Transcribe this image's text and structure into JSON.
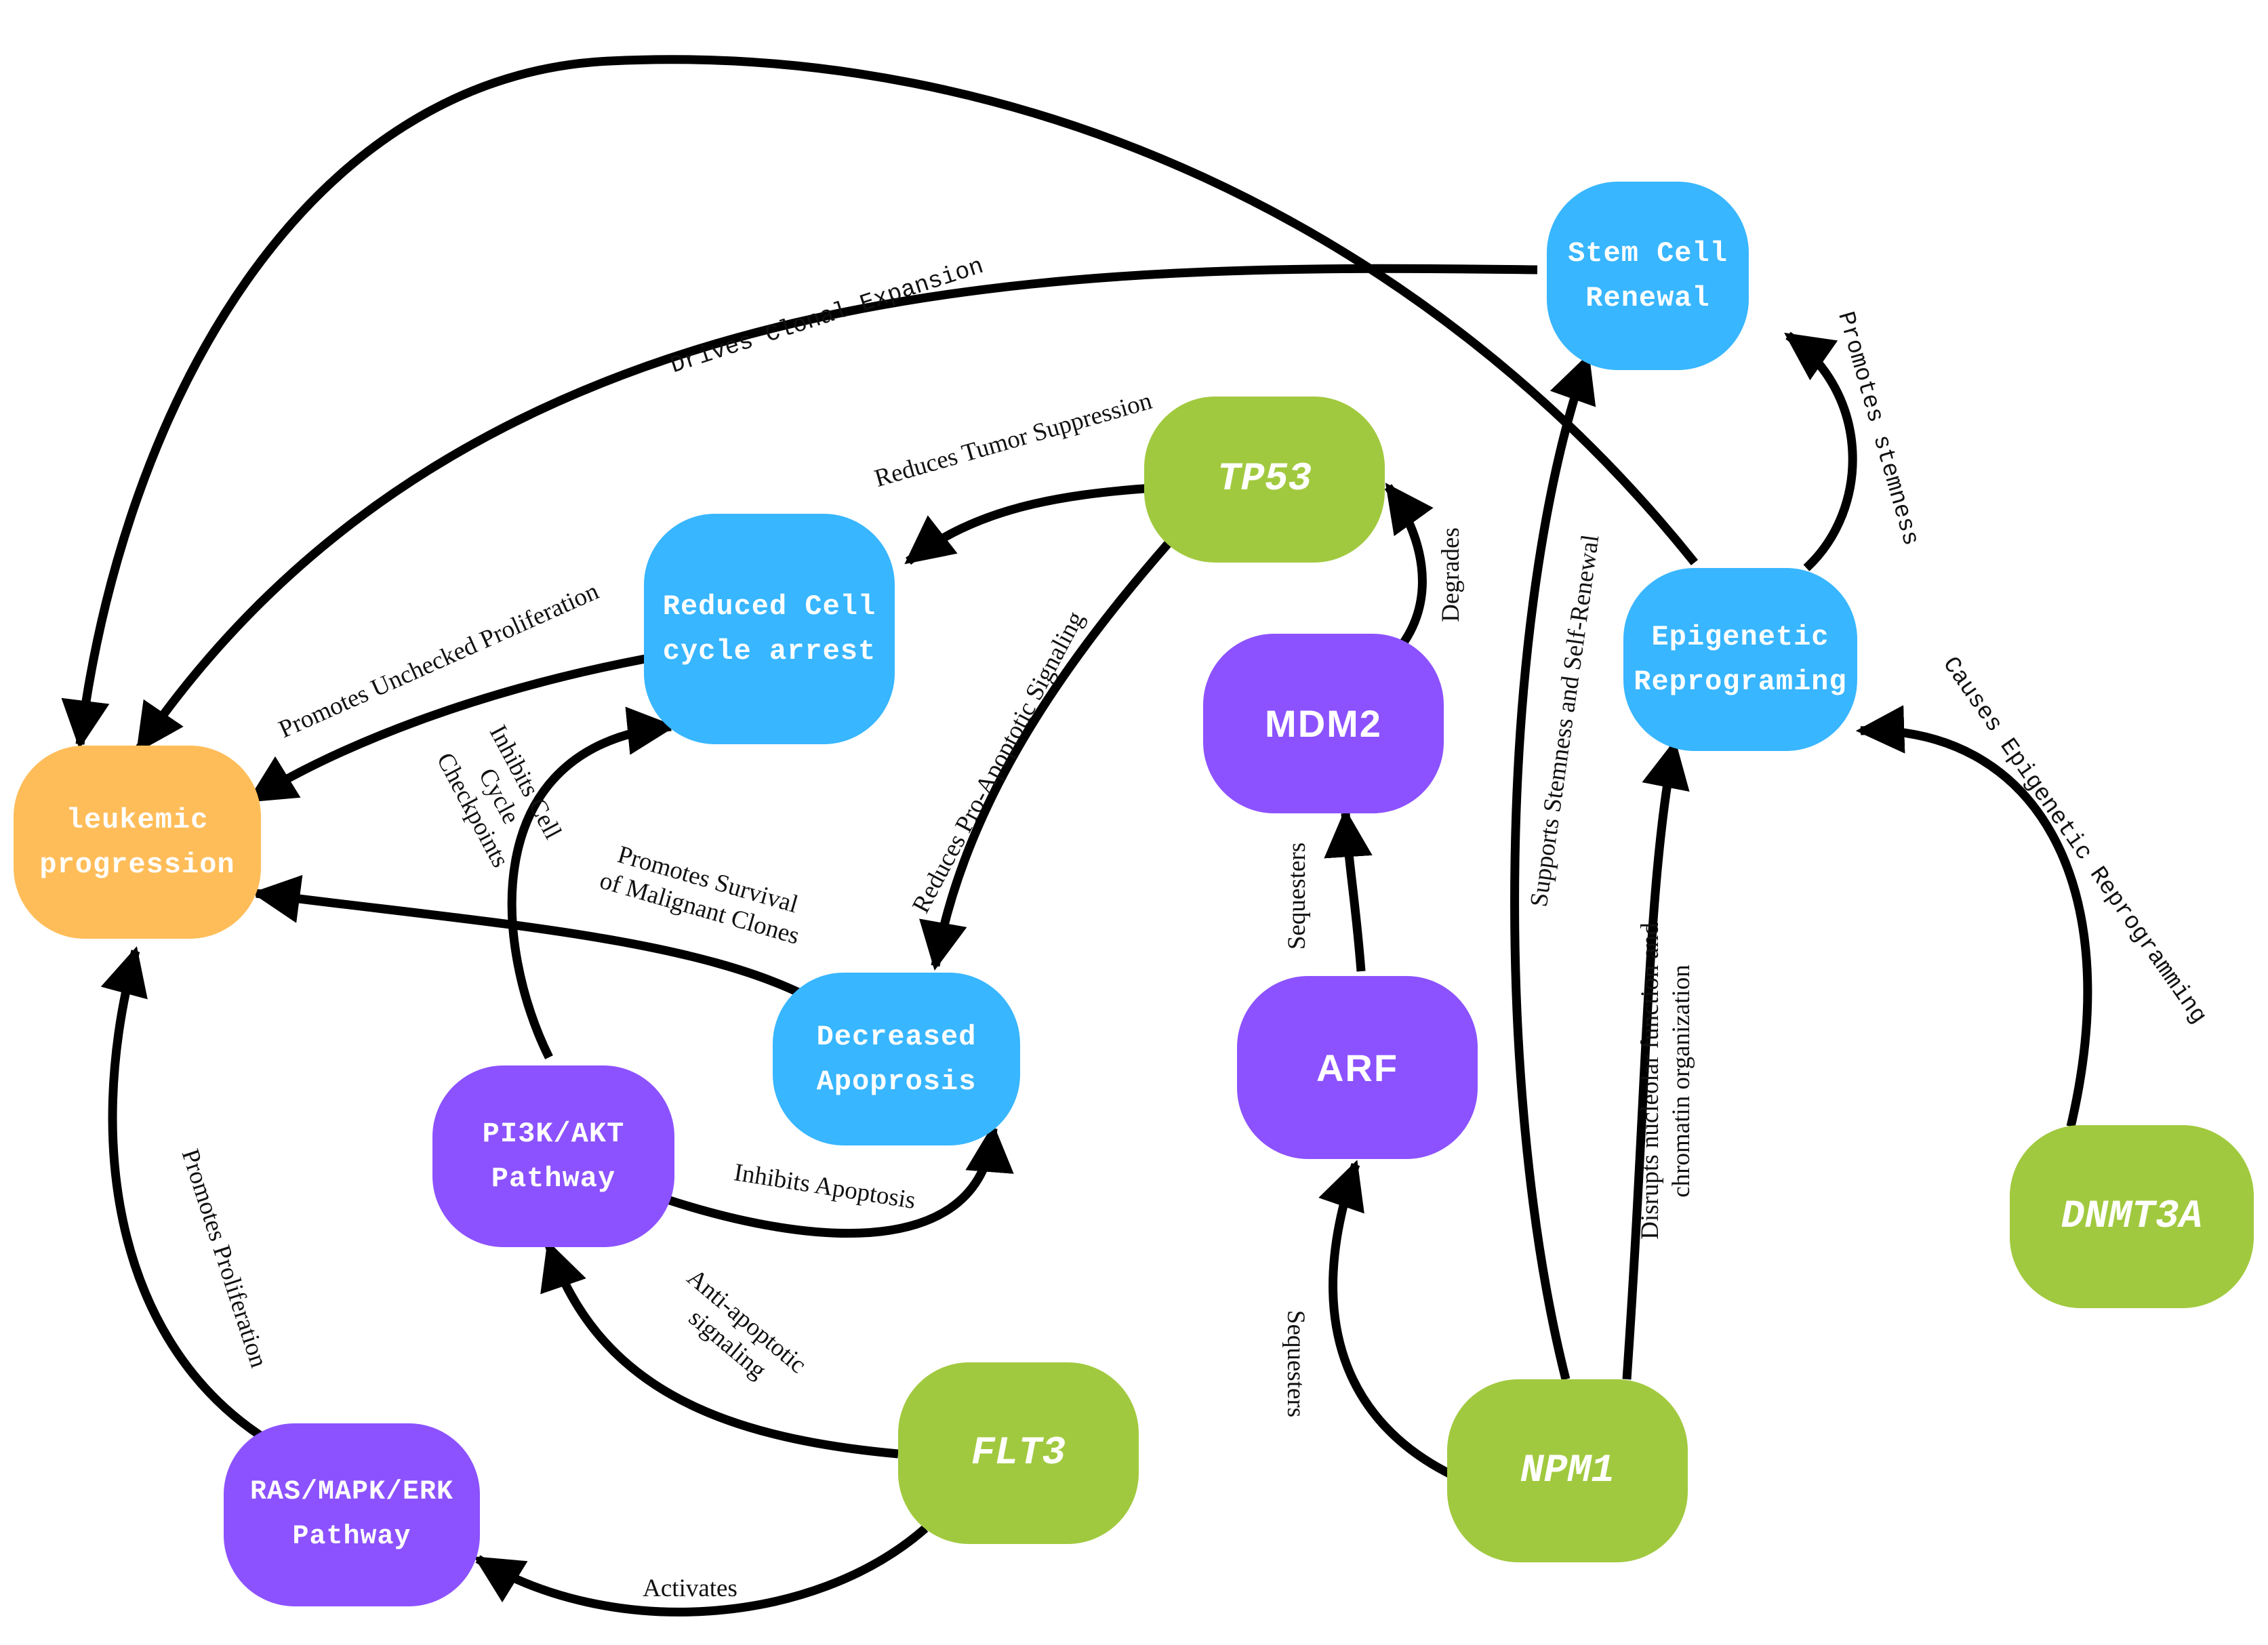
{
  "colors": {
    "orange": "#ffbd59",
    "blue": "#38b6ff",
    "purple": "#8c52ff",
    "green": "#a1c93f",
    "edge": "#000000"
  },
  "nodes": {
    "leukemic": "leukemic\nprogression",
    "stem_cell": "Stem Cell\nRenewal",
    "epigenetic": "Epigenetic\nReprograming",
    "reduced_cell_cycle": "Reduced Cell\ncycle arrest",
    "decreased_apoptosis": "Decreased\nApoprosis",
    "tp53": "TP53",
    "mdm2": "MDM2",
    "arf": "ARF",
    "pi3k": "PI3K/AKT\nPathway",
    "ras": "RAS/MAPK/ERK\nPathway",
    "flt3": "FLT3",
    "npm1": "NPM1",
    "dnmt3a": "DNMT3A"
  },
  "edges": {
    "drives_clonal_expansion": "Drives Clonal Expansion",
    "reduces_tumor_suppression": "Reduces Tumor Suppression",
    "promotes_unchecked_proliferation": "Promotes Unchecked Proliferation",
    "inhibits_checkpoints": [
      "Inhibits Cell",
      "Cycle",
      "Checkpoints"
    ],
    "promotes_survival": [
      "Promotes Survival",
      "of Malignant Clones"
    ],
    "reduces_pro_apoptotic": "Reduces Pro-Apoptotic Signaling",
    "degrades": "Degrades",
    "sequesters_mdm2": "Sequesters",
    "sequesters_arf": "Sequesters",
    "supports_stemness": "Supports Stemness and Self-Renewal",
    "disrupts_nucleolar": [
      "Disrupts nucleolar function and",
      "chromatin organization"
    ],
    "promotes_stemness": "Promotes stemness",
    "causes_epigenetic": "Causes Epigenetic Reprogramming",
    "inhibits_apoptosis": "Inhibits Apoptosis",
    "anti_apoptotic": [
      "Anti-apoptotic",
      "signaling"
    ],
    "promotes_proliferation": "Promotes Proliferation",
    "activates": "Activates"
  }
}
